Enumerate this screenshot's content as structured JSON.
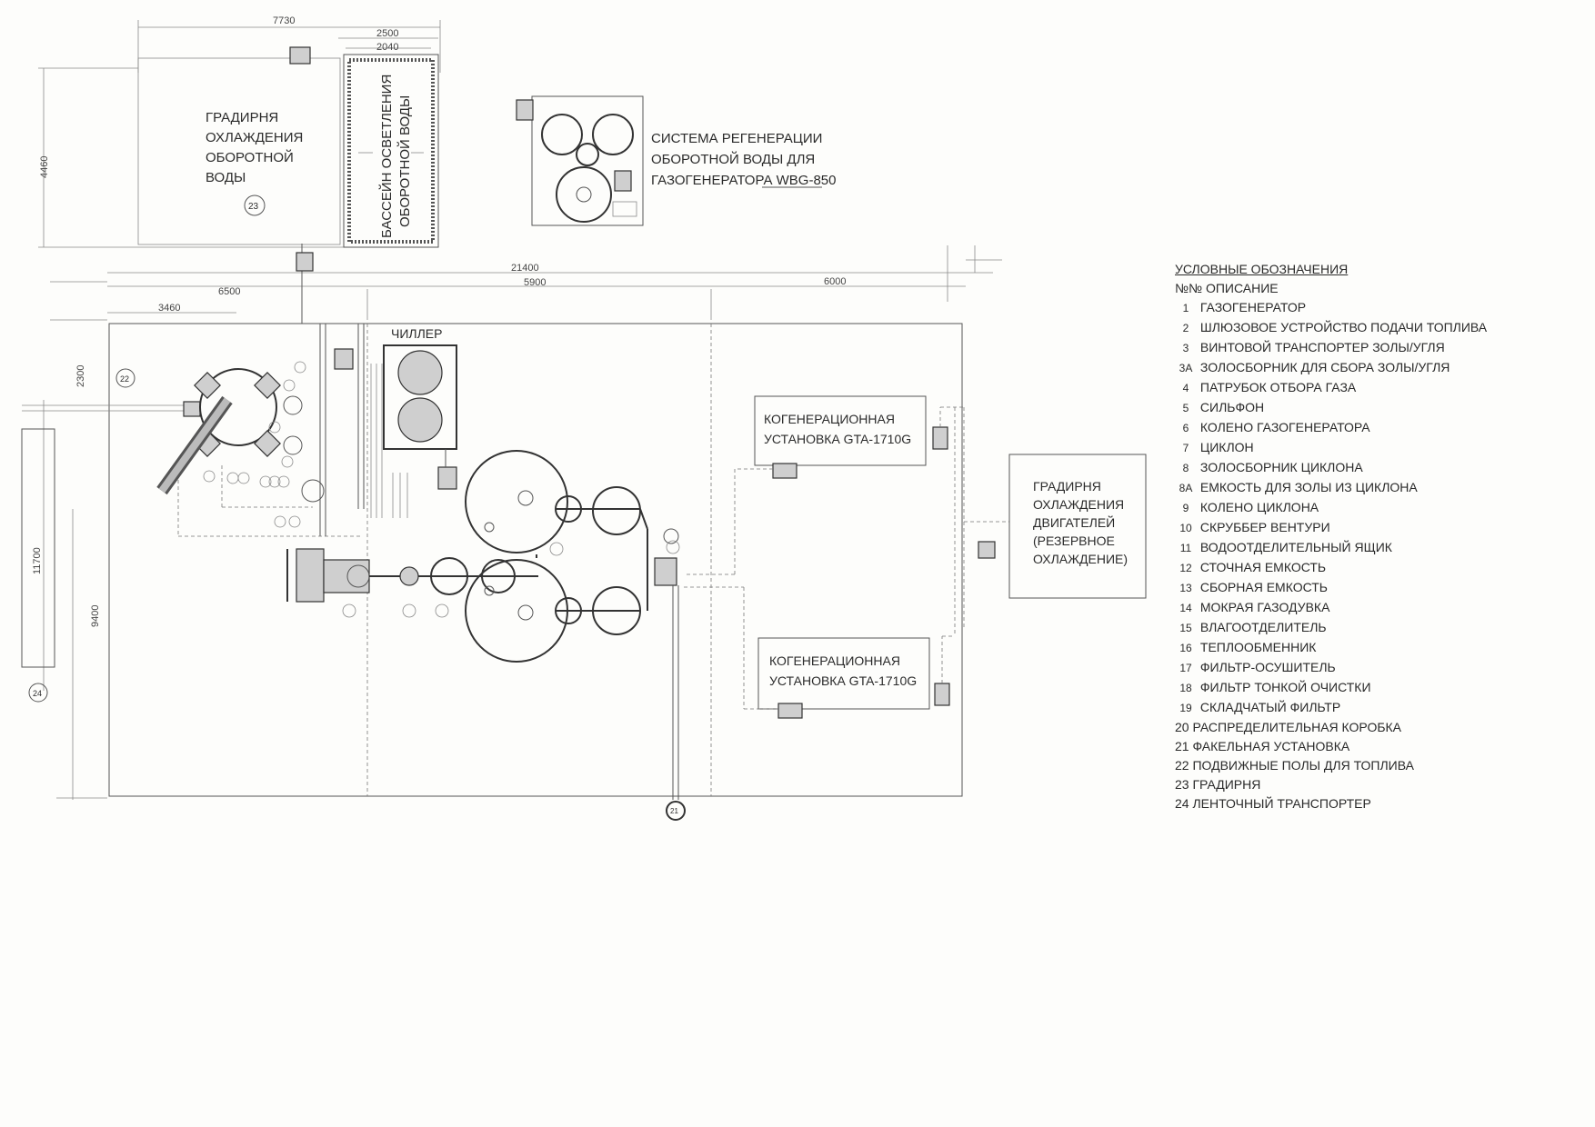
{
  "dimensions": {
    "d7730": "7730",
    "d2500": "2500",
    "d2040": "2040",
    "d4460": "4460",
    "d21400": "21400",
    "d6500": "6500",
    "d5900": "5900",
    "d6000": "6000",
    "d3460": "3460",
    "d2300": "2300",
    "d11700": "11700",
    "d9400": "9400"
  },
  "blocks": {
    "cooling_tower_water": [
      "ГРАДИРНЯ",
      "ОХЛАЖДЕНИЯ",
      "ОБОРОТНОЙ",
      "ВОДЫ"
    ],
    "clarifier_basin": [
      "БАССЕЙН ОСВЕТЛЕНИЯ",
      "ОБОРОТНОЙ ВОДЫ"
    ],
    "regen_system": [
      "СИСТЕМА РЕГЕНЕРАЦИИ",
      "ОБОРОТНОЙ ВОДЫ ДЛЯ",
      "ГАЗОГЕНЕРАТОРА WBG-850"
    ],
    "chiller": "ЧИЛЛЕР",
    "cogen_1": [
      "КОГЕНЕРАЦИОННАЯ",
      "УСТАНОВКА GTA-1710G"
    ],
    "cogen_2": [
      "КОГЕНЕРАЦИОННАЯ",
      "УСТАНОВКА GTA-1710G"
    ],
    "engine_tower": [
      "ГРАДИРНЯ",
      "ОХЛАЖДЕНИЯ",
      "ДВИГАТЕЛЕЙ",
      "(РЕЗЕРВНОЕ",
      "ОХЛАЖДЕНИЕ)"
    ]
  },
  "callouts": {
    "c23": "23",
    "c22": "22",
    "c24": "24",
    "c21": "21"
  },
  "legend": {
    "title": "УСЛОВНЫЕ ОБОЗНАЧЕНИЯ",
    "header_no": "№№",
    "header_desc": "ОПИСАНИЕ",
    "items": [
      {
        "no": "1",
        "text": "ГАЗОГЕНЕРАТОР"
      },
      {
        "no": "2",
        "text": "ШЛЮЗОВОЕ УСТРОЙСТВО ПОДАЧИ ТОПЛИВА"
      },
      {
        "no": "3",
        "text": "ВИНТОВОЙ ТРАНСПОРТЕР ЗОЛЫ/УГЛЯ"
      },
      {
        "no": "3А",
        "text": "ЗОЛОСБОРНИК ДЛЯ СБОРА ЗОЛЫ/УГЛЯ"
      },
      {
        "no": "4",
        "text": "ПАТРУБОК ОТБОРА ГАЗА"
      },
      {
        "no": "5",
        "text": "СИЛЬФОН"
      },
      {
        "no": "6",
        "text": "КОЛЕНО ГАЗОГЕНЕРАТОРА"
      },
      {
        "no": "7",
        "text": "ЦИКЛОН"
      },
      {
        "no": "8",
        "text": "ЗОЛОСБОРНИК ЦИКЛОНА"
      },
      {
        "no": "8А",
        "text": "ЕМКОСТЬ ДЛЯ ЗОЛЫ ИЗ ЦИКЛОНА"
      },
      {
        "no": "9",
        "text": "КОЛЕНО ЦИКЛОНА"
      },
      {
        "no": "10",
        "text": "СКРУББЕР ВЕНТУРИ"
      },
      {
        "no": "11",
        "text": "ВОДООТДЕЛИТЕЛЬНЫЙ ЯЩИК"
      },
      {
        "no": "12",
        "text": "СТОЧНАЯ ЕМКОСТЬ"
      },
      {
        "no": "13",
        "text": "СБОРНАЯ ЕМКОСТЬ"
      },
      {
        "no": "14",
        "text": "МОКРАЯ ГАЗОДУВКА"
      },
      {
        "no": "15",
        "text": "ВЛАГООТДЕЛИТЕЛЬ"
      },
      {
        "no": "16",
        "text": "ТЕПЛООБМЕННИК"
      },
      {
        "no": "17",
        "text": "ФИЛЬТР-ОСУШИТЕЛЬ"
      },
      {
        "no": "18",
        "text": "ФИЛЬТР ТОНКОЙ ОЧИСТКИ"
      },
      {
        "no": "19",
        "text": "СКЛАДЧАТЫЙ ФИЛЬТР"
      },
      {
        "no": "20",
        "text": "РАСПРЕДЕЛИТЕЛЬНАЯ КОРОБКА"
      },
      {
        "no": "21",
        "text": "ФАКЕЛЬНАЯ УСТАНОВКА"
      },
      {
        "no": "22",
        "text": "ПОДВИЖНЫЕ ПОЛЫ ДЛЯ ТОПЛИВА"
      },
      {
        "no": "23",
        "text": "ГРАДИРНЯ"
      },
      {
        "no": "24",
        "text": "ЛЕНТОЧНЫЙ ТРАНСПОРТЕР"
      }
    ]
  }
}
